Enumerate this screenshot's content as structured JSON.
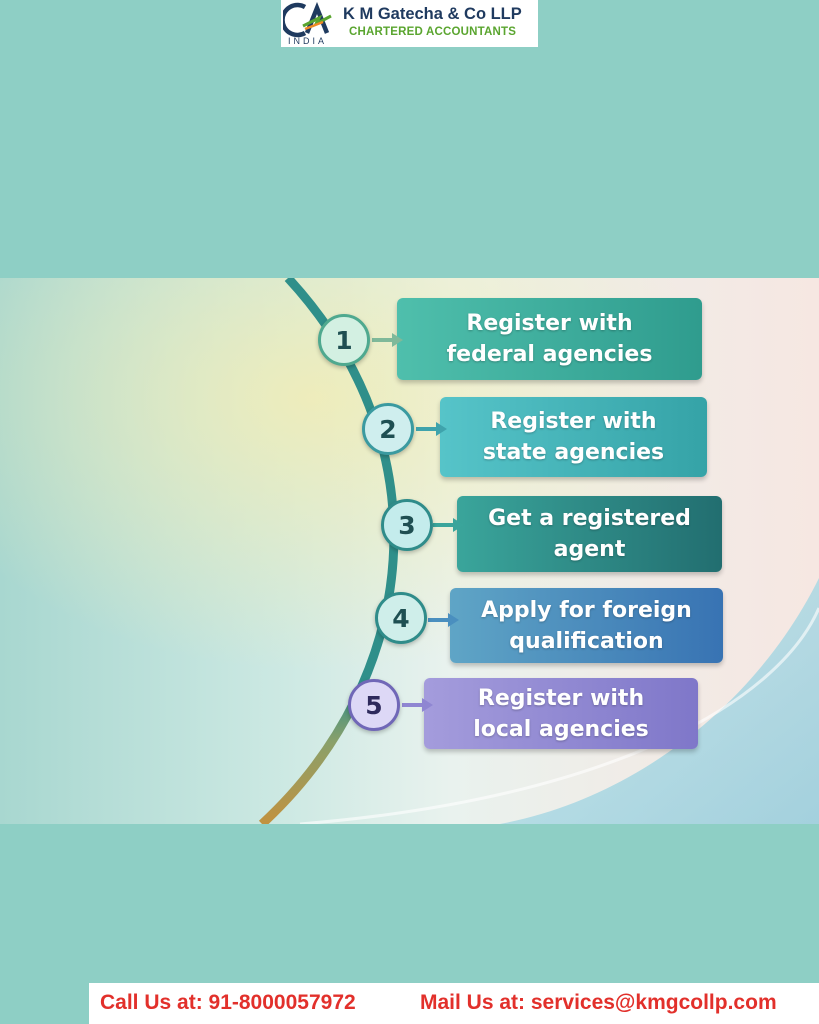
{
  "logo": {
    "mark": "CA",
    "country": "INDIA",
    "firm_name": "K M Gatecha & Co LLP",
    "tagline": "CHARTERED ACCOUNTANTS"
  },
  "steps": [
    {
      "number": "1",
      "text": "Register with\nfederal agencies"
    },
    {
      "number": "2",
      "text": "Register with\nstate agencies"
    },
    {
      "number": "3",
      "text": "Get a registered\nagent"
    },
    {
      "number": "4",
      "text": "Apply for foreign\nqualification"
    },
    {
      "number": "5",
      "text": "Register with\nlocal agencies"
    }
  ],
  "contact": {
    "call": "Call Us at: 91-8000057972",
    "mail": "Mail Us at: services@kmgcollp.com"
  },
  "colors": {
    "page_bg": "#8ecfc5",
    "brand_navy": "#1f3a5f",
    "brand_green": "#5aa52f",
    "contact_red": "#e2302b",
    "step_teal": "#3aaa9c",
    "step_blue": "#4a87c1",
    "step_purple": "#8f86d2"
  }
}
